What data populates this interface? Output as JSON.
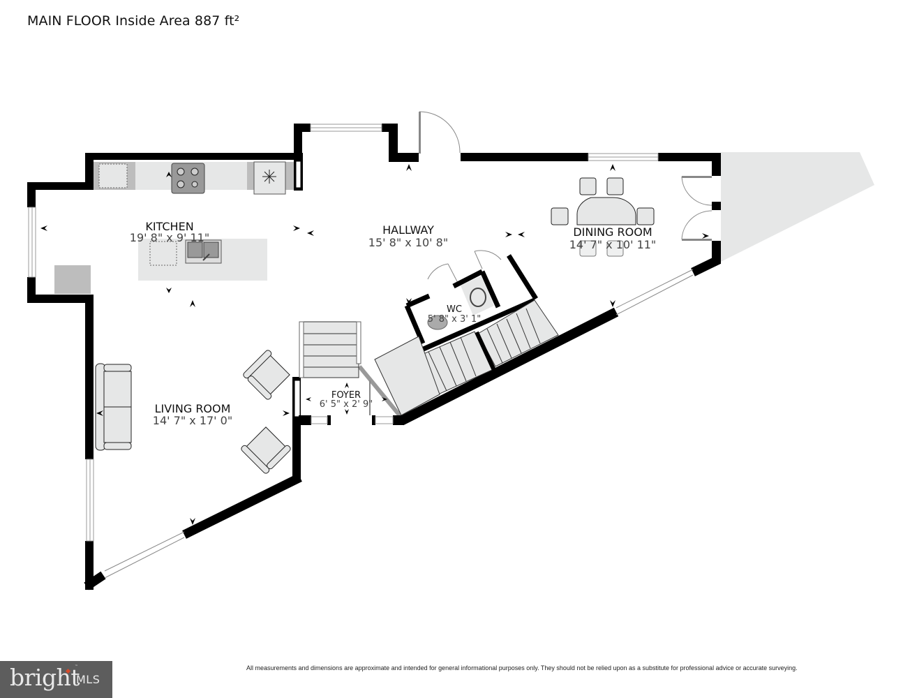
{
  "header": {
    "title": "MAIN FLOOR Inside Area 887 ft²"
  },
  "rooms": {
    "kitchen": {
      "name": "KITCHEN",
      "dims": "19' 8\" x 9' 11\""
    },
    "hallway": {
      "name": "HALLWAY",
      "dims": "15' 8\" x 10' 8\""
    },
    "dining_room": {
      "name": "DINING ROOM",
      "dims": "14' 7\" x 10' 11\""
    },
    "wc": {
      "name": "WC",
      "dims": "5' 8\" x 3' 1\""
    },
    "foyer": {
      "name": "FOYER",
      "dims": "6' 5\" x 2' 9\""
    },
    "living_room": {
      "name": "LIVING ROOM",
      "dims": "14' 7\" x 17' 0\""
    }
  },
  "footer": {
    "logo": {
      "word": "bright",
      "suffix": "MLS",
      "tm": "™",
      "accent": "#d94a2a"
    },
    "disclaimer": "All measurements and dimensions are approximate and intended for general informational purposes only. They should not be relied upon as a substitute for professional advice or accurate surveying."
  },
  "colors": {
    "wall": "#000000",
    "fixture_fill": "#e6e7e7",
    "fixture_dark": "#bdbdbd",
    "outdoor_area": "#e6e7e7"
  }
}
